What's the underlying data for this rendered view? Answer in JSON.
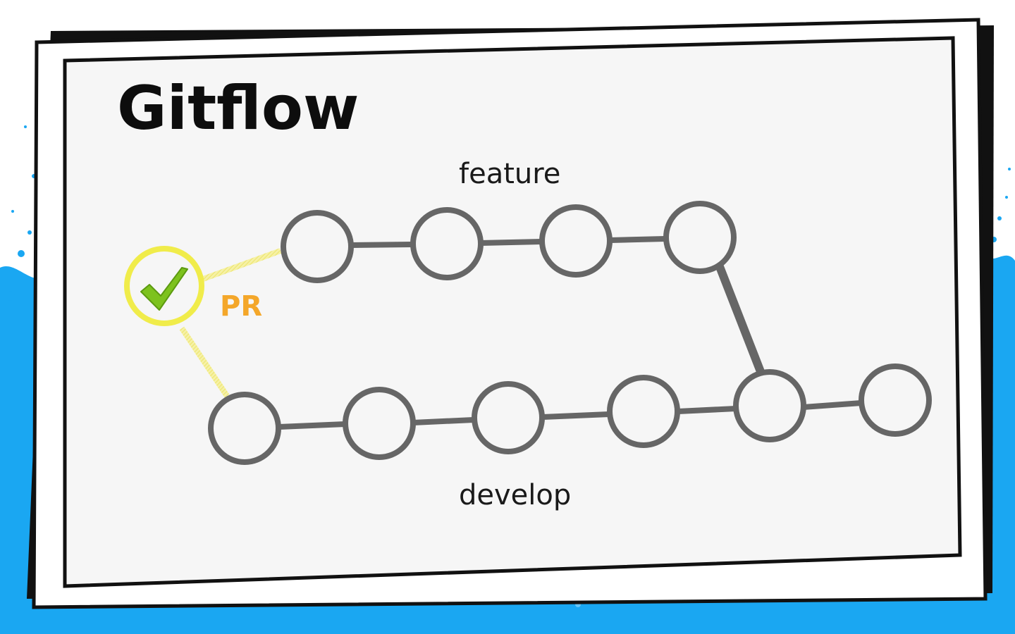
{
  "title": "Gitflow",
  "labels": {
    "feature": "feature",
    "develop": "develop",
    "pr": "PR"
  },
  "icons": {
    "approval": "checkmark-icon"
  },
  "colors": {
    "background_blue": "#1aa7f2",
    "card_fill": "#f6f6f6",
    "card_border": "#111111",
    "commit_stroke": "#666666",
    "pr_ring": "#f0ec4a",
    "pr_dash": "#f2ee8c",
    "check_green": "#7dc21e",
    "pr_text": "#f4a72a"
  }
}
